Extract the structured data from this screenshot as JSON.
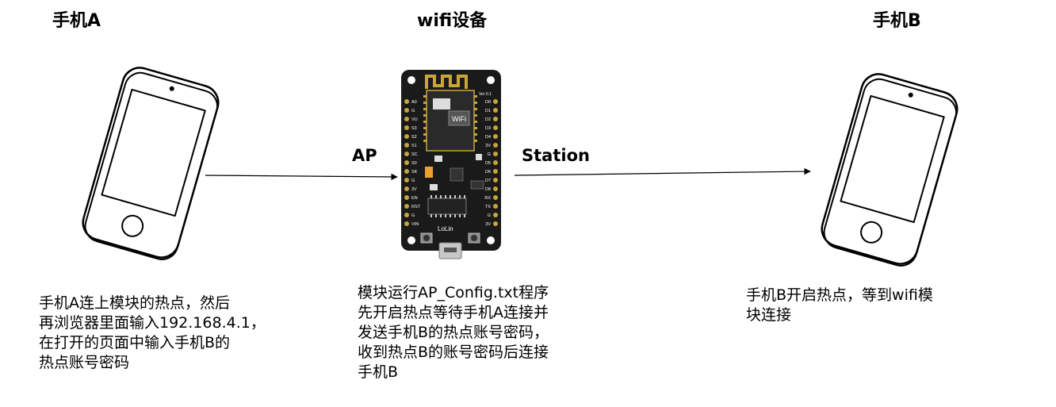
{
  "nodes": {
    "phone_a": {
      "title": "手机A",
      "description": "手机A连上模块的热点，然后\n再浏览器里面输入192.168.4.1，\n在打开的页面中输入手机B的\n热点账号密码"
    },
    "wifi_device": {
      "title": "wifi设备",
      "description": "模块运行AP_Config.txt程序\n先开启热点等待手机A连接并\n发送手机B的热点账号密码，\n收到热点B的账号密码后连接\n手机B",
      "board_text": {
        "brand": "LoLin",
        "version": "Ver 0.1",
        "chip_label": "WiFi",
        "left_pins": [
          "A0",
          "G",
          "VU",
          "S3",
          "S2",
          "S1",
          "SC",
          "S0",
          "SK",
          "G",
          "3V",
          "EN",
          "RST",
          "G",
          "VIN"
        ],
        "right_pins": [
          "D0",
          "D1",
          "D2",
          "D3",
          "D4",
          "3V",
          "G",
          "D5",
          "D6",
          "D7",
          "D8",
          "RX",
          "TX",
          "G",
          "3V"
        ]
      }
    },
    "phone_b": {
      "title": "手机B",
      "description": "手机B开启热点，等到wifi模\n块连接"
    }
  },
  "edges": {
    "a_to_device": {
      "label": "AP"
    },
    "device_to_b": {
      "label": "Station"
    }
  },
  "colors": {
    "line": "#000000",
    "board_body": "#1a1a1a",
    "gold": "#c9a43a",
    "text": "#000000"
  }
}
